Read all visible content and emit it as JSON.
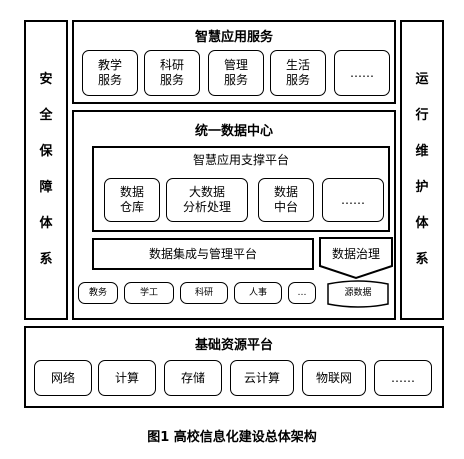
{
  "left_panel": {
    "chars": [
      "安",
      "全",
      "保",
      "障",
      "体",
      "系"
    ]
  },
  "right_panel": {
    "chars": [
      "运",
      "行",
      "维",
      "护",
      "体",
      "系"
    ]
  },
  "app_services": {
    "title": "智慧应用服务",
    "items": [
      [
        "教学",
        "服务"
      ],
      [
        "科研",
        "服务"
      ],
      [
        "管理",
        "服务"
      ],
      [
        "生活",
        "服务"
      ],
      [
        "……"
      ]
    ]
  },
  "data_center": {
    "title": "统一数据中心",
    "support_platform": {
      "title": "智慧应用支撑平台",
      "items": [
        [
          "数据",
          "仓库"
        ],
        [
          "大数据",
          "分析处理"
        ],
        [
          "数据",
          "中台"
        ],
        [
          "……"
        ]
      ]
    },
    "integration_label": "数据集成与管理平台",
    "governance_label": "数据治理",
    "sources": [
      "教务",
      "学工",
      "科研",
      "人事",
      "…"
    ],
    "source_data_label": "源数据"
  },
  "base_platform": {
    "title": "基础资源平台",
    "items": [
      "网络",
      "计算",
      "存储",
      "云计算",
      "物联网",
      "……"
    ]
  },
  "caption": "图1  高校信息化建设总体架构"
}
